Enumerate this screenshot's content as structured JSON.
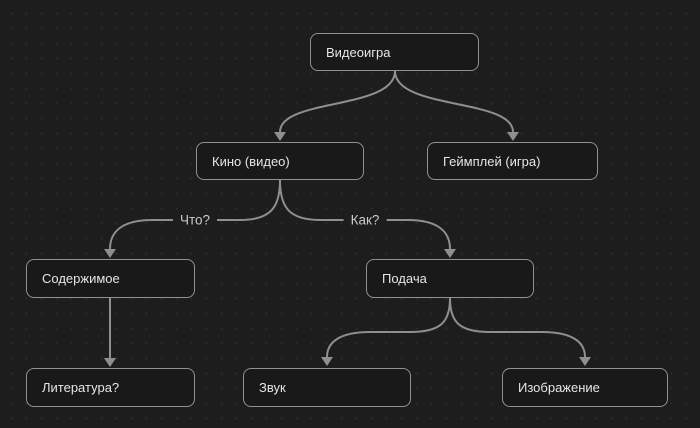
{
  "diagram": {
    "nodes": {
      "videogame": {
        "label": "Видеоигра"
      },
      "cinema": {
        "label": "Кино (видео)"
      },
      "gameplay": {
        "label": "Геймплей (игра)"
      },
      "content": {
        "label": "Содержимое"
      },
      "presentation": {
        "label": "Подача"
      },
      "literature": {
        "label": "Литература?"
      },
      "sound": {
        "label": "Звук"
      },
      "image": {
        "label": "Изображение"
      }
    },
    "edge_labels": {
      "what": "Что?",
      "how": "Как?"
    },
    "edges": [
      {
        "from": "videogame",
        "to": "cinema",
        "label": ""
      },
      {
        "from": "videogame",
        "to": "gameplay",
        "label": ""
      },
      {
        "from": "cinema",
        "to": "content",
        "label": "Что?"
      },
      {
        "from": "cinema",
        "to": "presentation",
        "label": "Как?"
      },
      {
        "from": "content",
        "to": "literature",
        "label": ""
      },
      {
        "from": "presentation",
        "to": "sound",
        "label": ""
      },
      {
        "from": "presentation",
        "to": "image",
        "label": ""
      }
    ],
    "colors": {
      "background": "#1d1d1e",
      "dot_grid": "#2c2c2d",
      "node_fill": "#19191a",
      "node_border": "#919191",
      "node_text": "#e6e6e6",
      "edge_stroke": "#8f8f8f",
      "edge_label_text": "#cacaca"
    }
  }
}
